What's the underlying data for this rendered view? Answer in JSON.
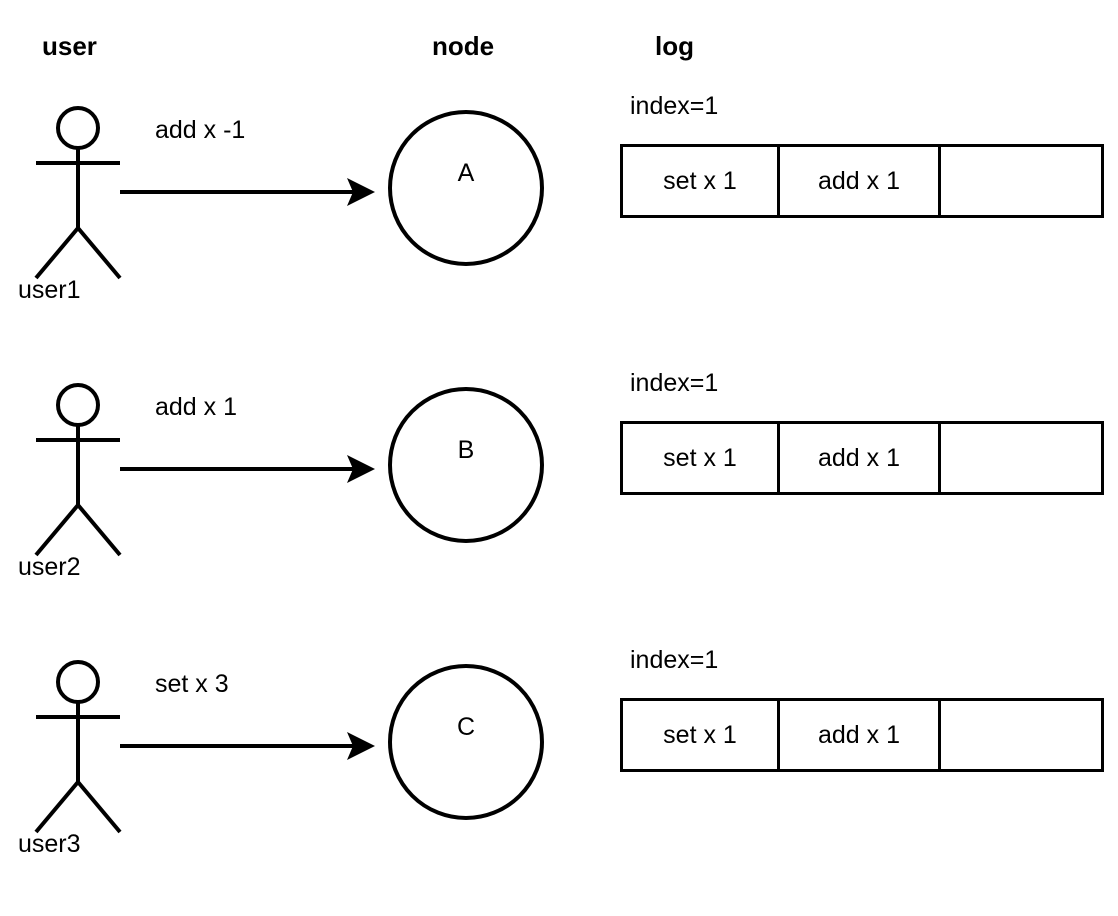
{
  "headers": {
    "user": "user",
    "node": "node",
    "log": "log"
  },
  "rows": [
    {
      "actor_label": "user1",
      "actor_icon": "stick-figure-icon",
      "edge_label": "add x -1",
      "edge_icon": "arrow-right-icon",
      "node_letter": "A",
      "log": {
        "index_label": "index=1",
        "cells": [
          "set x 1",
          "add x 1",
          ""
        ]
      }
    },
    {
      "actor_label": "user2",
      "actor_icon": "stick-figure-icon",
      "edge_label": "add x 1",
      "edge_icon": "arrow-right-icon",
      "node_letter": "B",
      "log": {
        "index_label": "index=1",
        "cells": [
          "set x 1",
          "add x 1",
          ""
        ]
      }
    },
    {
      "actor_label": "user3",
      "actor_icon": "stick-figure-icon",
      "edge_label": "set x 3",
      "edge_icon": "arrow-right-icon",
      "node_letter": "C",
      "log": {
        "index_label": "index=1",
        "cells": [
          "set x 1",
          "add x 1",
          ""
        ]
      }
    }
  ],
  "colors": {
    "stroke": "#000000",
    "background": "#ffffff",
    "text": "#000000"
  }
}
